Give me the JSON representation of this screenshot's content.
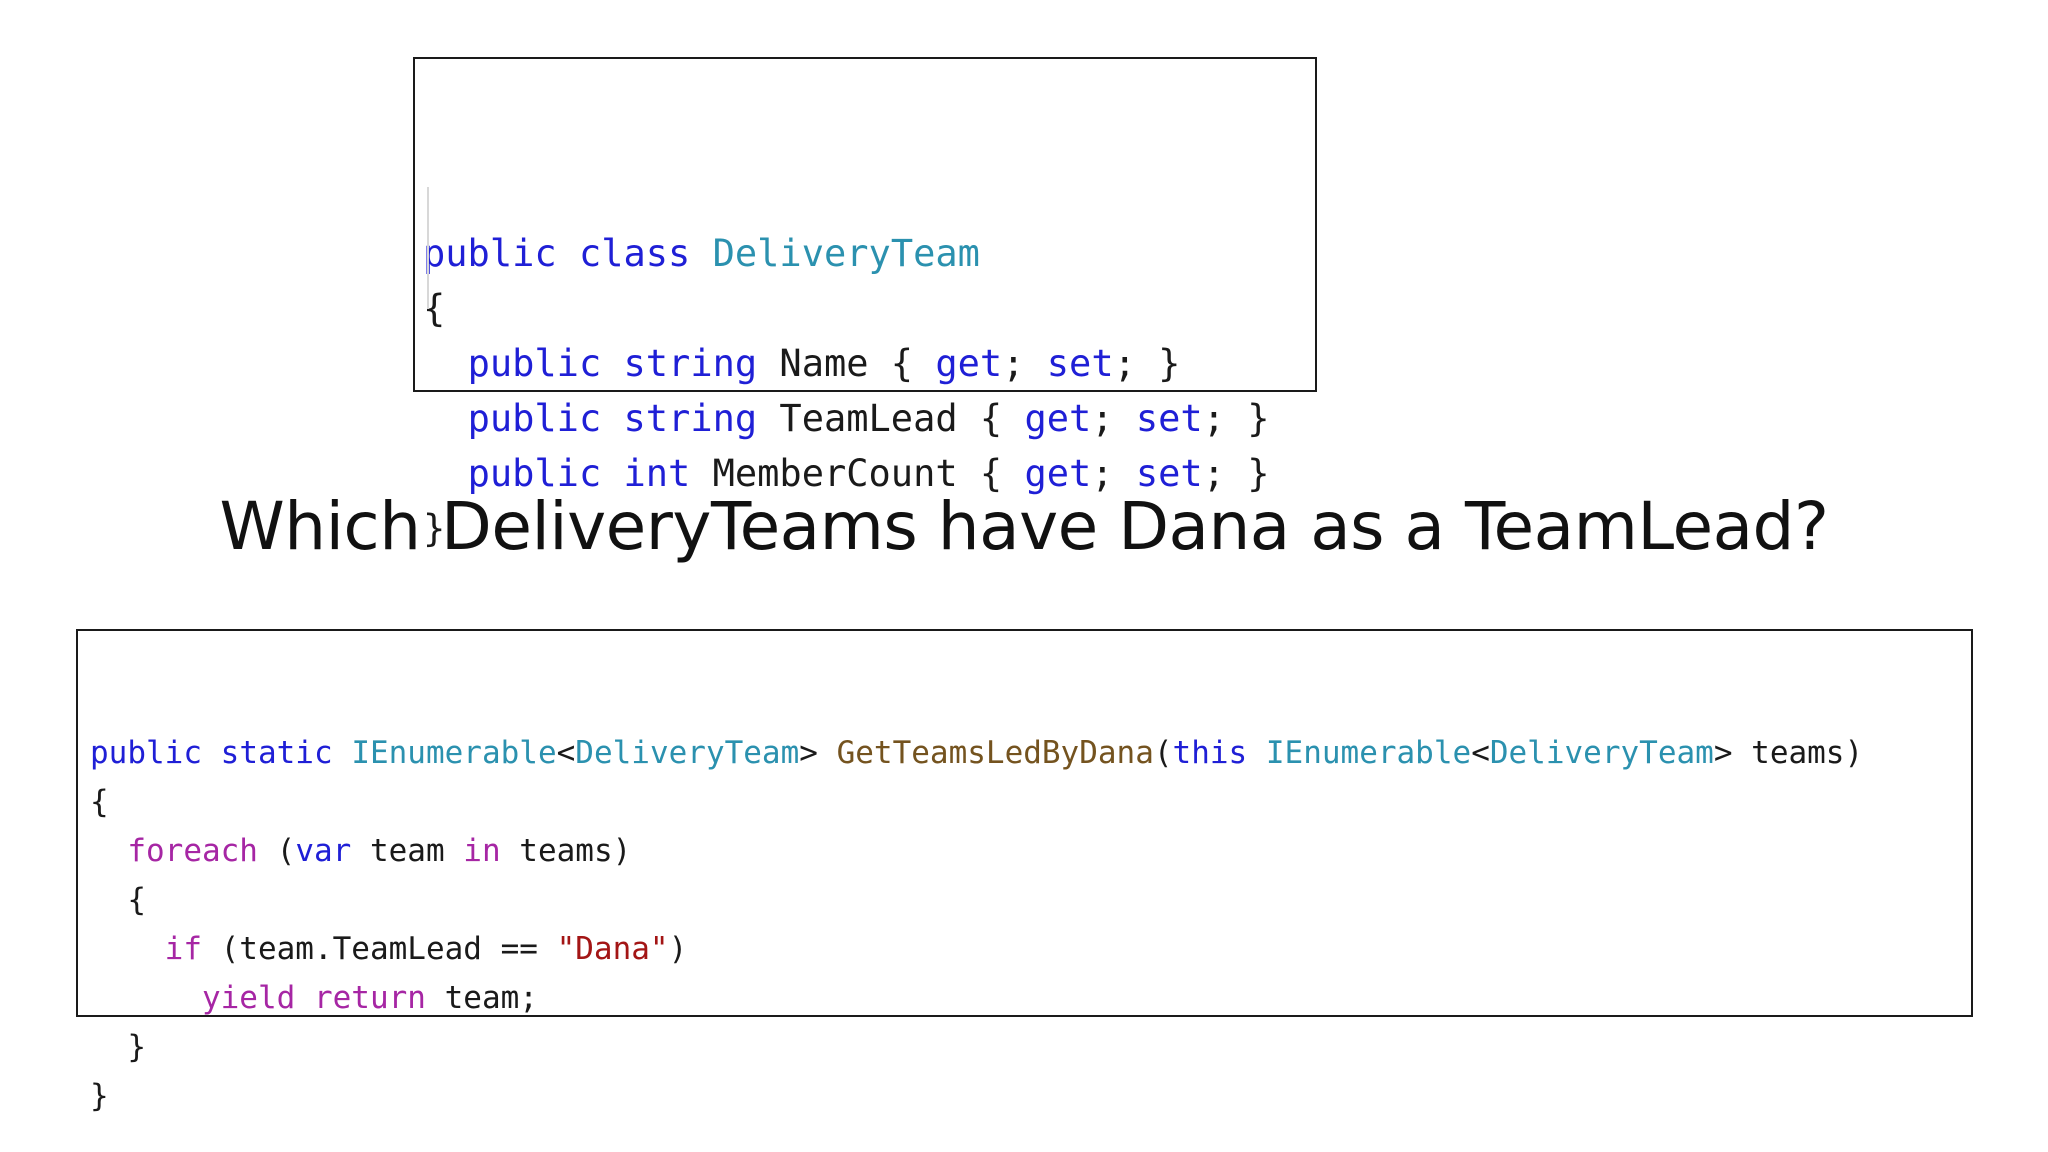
{
  "class_definition": {
    "lines": [
      [
        {
          "t": "public",
          "c": "kw"
        },
        {
          "t": " ",
          "c": "plain"
        },
        {
          "t": "class",
          "c": "kw"
        },
        {
          "t": " ",
          "c": "plain"
        },
        {
          "t": "DeliveryTeam",
          "c": "ty"
        }
      ],
      [
        {
          "t": "{",
          "c": "plain"
        }
      ],
      [
        {
          "t": "  ",
          "c": "plain"
        },
        {
          "t": "public",
          "c": "kw"
        },
        {
          "t": " ",
          "c": "plain"
        },
        {
          "t": "string",
          "c": "kw"
        },
        {
          "t": " Name { ",
          "c": "plain"
        },
        {
          "t": "get",
          "c": "kw"
        },
        {
          "t": "; ",
          "c": "plain"
        },
        {
          "t": "set",
          "c": "kw"
        },
        {
          "t": "; }",
          "c": "plain"
        }
      ],
      [
        {
          "t": "  ",
          "c": "plain"
        },
        {
          "t": "public",
          "c": "kw"
        },
        {
          "t": " ",
          "c": "plain"
        },
        {
          "t": "string",
          "c": "kw"
        },
        {
          "t": " TeamLead { ",
          "c": "plain"
        },
        {
          "t": "get",
          "c": "kw"
        },
        {
          "t": "; ",
          "c": "plain"
        },
        {
          "t": "set",
          "c": "kw"
        },
        {
          "t": "; }",
          "c": "plain"
        }
      ],
      [
        {
          "t": "  ",
          "c": "plain"
        },
        {
          "t": "public",
          "c": "kw"
        },
        {
          "t": " ",
          "c": "plain"
        },
        {
          "t": "int",
          "c": "kw"
        },
        {
          "t": " MemberCount { ",
          "c": "plain"
        },
        {
          "t": "get",
          "c": "kw"
        },
        {
          "t": "; ",
          "c": "plain"
        },
        {
          "t": "set",
          "c": "kw"
        },
        {
          "t": "; }",
          "c": "plain"
        }
      ],
      [
        {
          "t": "}",
          "c": "plain"
        }
      ]
    ]
  },
  "question": "Which DeliveryTeams have Dana as a TeamLead?",
  "method_definition": {
    "lines": [
      [
        {
          "t": "public",
          "c": "kw"
        },
        {
          "t": " ",
          "c": "plain"
        },
        {
          "t": "static",
          "c": "kw"
        },
        {
          "t": " ",
          "c": "plain"
        },
        {
          "t": "IEnumerable",
          "c": "ty"
        },
        {
          "t": "<",
          "c": "plain"
        },
        {
          "t": "DeliveryTeam",
          "c": "ty"
        },
        {
          "t": "> ",
          "c": "plain"
        },
        {
          "t": "GetTeamsLedByDana",
          "c": "fn"
        },
        {
          "t": "(",
          "c": "plain"
        },
        {
          "t": "this",
          "c": "kw"
        },
        {
          "t": " ",
          "c": "plain"
        },
        {
          "t": "IEnumerable",
          "c": "ty"
        },
        {
          "t": "<",
          "c": "plain"
        },
        {
          "t": "DeliveryTeam",
          "c": "ty"
        },
        {
          "t": "> teams)",
          "c": "plain"
        }
      ],
      [
        {
          "t": "{",
          "c": "plain"
        }
      ],
      [
        {
          "t": "  ",
          "c": "plain"
        },
        {
          "t": "foreach",
          "c": "ctl"
        },
        {
          "t": " (",
          "c": "plain"
        },
        {
          "t": "var",
          "c": "kw"
        },
        {
          "t": " team ",
          "c": "plain"
        },
        {
          "t": "in",
          "c": "ctl"
        },
        {
          "t": " teams)",
          "c": "plain"
        }
      ],
      [
        {
          "t": "  {",
          "c": "plain"
        }
      ],
      [
        {
          "t": "    ",
          "c": "plain"
        },
        {
          "t": "if",
          "c": "ctl"
        },
        {
          "t": " (team.TeamLead == ",
          "c": "plain"
        },
        {
          "t": "\"Dana\"",
          "c": "str"
        },
        {
          "t": ")",
          "c": "plain"
        }
      ],
      [
        {
          "t": "      ",
          "c": "plain"
        },
        {
          "t": "yield",
          "c": "ctl"
        },
        {
          "t": " ",
          "c": "plain"
        },
        {
          "t": "return",
          "c": "ctl"
        },
        {
          "t": " team;",
          "c": "plain"
        }
      ],
      [
        {
          "t": "  }",
          "c": "plain"
        }
      ],
      [
        {
          "t": "}",
          "c": "plain"
        }
      ]
    ]
  }
}
